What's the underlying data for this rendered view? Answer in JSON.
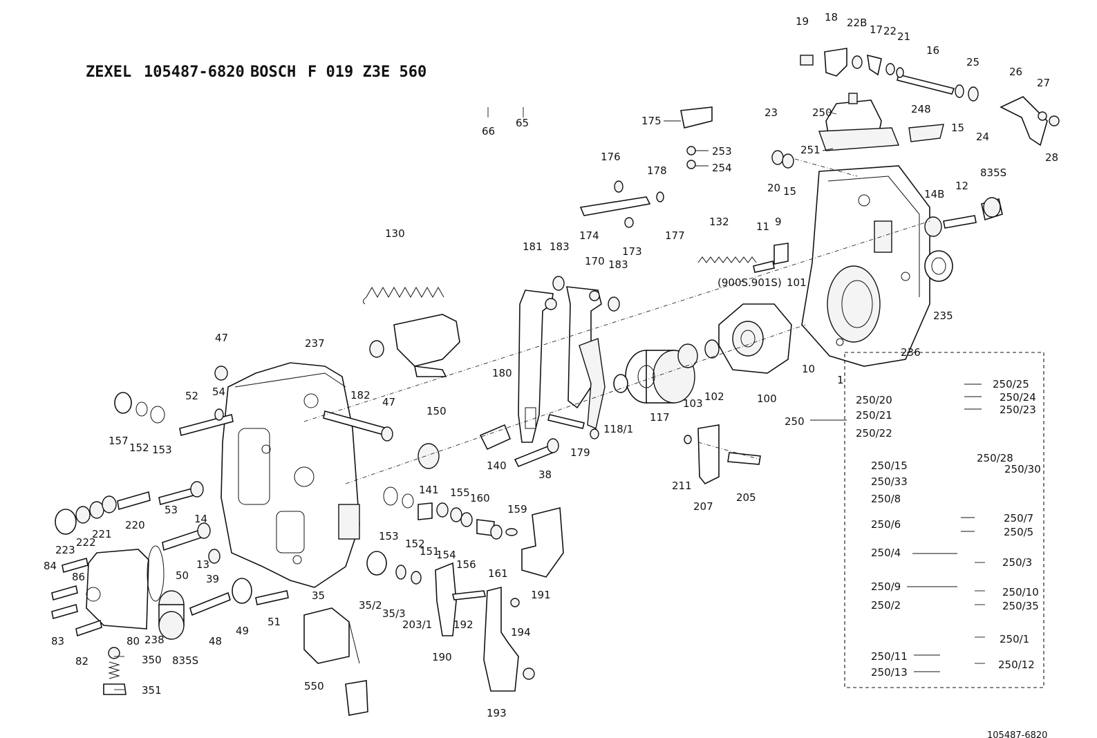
{
  "header": {
    "title_zexel": "ZEXEL",
    "title_zexel_no": "105487-6820",
    "title_bosch": "BOSCH",
    "title_bosch_no": "F 019 Z3E 560"
  },
  "footer": {
    "code": "105487-6820"
  },
  "labels": {
    "l_19": "19",
    "l_18": "18",
    "l_22b": "22B",
    "l_17": "17",
    "l_22": "22",
    "l_21": "21",
    "l_16": "16",
    "l_25": "25",
    "l_26": "26",
    "l_27": "27",
    "l_28": "28",
    "l_24": "24",
    "l_15a": "15",
    "l_250a": "250",
    "l_248": "248",
    "l_251": "251",
    "l_23": "23",
    "l_20": "20",
    "l_15b": "15",
    "l_835s_top": "835S",
    "l_66": "66",
    "l_65": "65",
    "l_175": "175",
    "l_253": "253",
    "l_254": "254",
    "l_176": "176",
    "l_178": "178",
    "l_174": "174",
    "l_173": "173",
    "l_177": "177",
    "l_132": "132",
    "l_11": "11",
    "l_9": "9",
    "l_14b": "14B",
    "l_12": "12",
    "l_130": "130",
    "l_181": "181",
    "l_183a": "183",
    "l_170": "170",
    "l_183b": "183",
    "l_900s": "(900S.901S)",
    "l_101": "101",
    "l_235": "235",
    "l_236": "236",
    "l_10": "10",
    "l_1": "1",
    "l_47a": "47",
    "l_237": "237",
    "l_150": "150",
    "l_180": "180",
    "l_117": "117",
    "l_103": "103",
    "l_102": "102",
    "l_100": "100",
    "l_118_1": "118/1",
    "l_52": "52",
    "l_54": "54",
    "l_182": "182",
    "l_47b": "47",
    "l_157": "157",
    "l_152a": "152",
    "l_153a": "153",
    "l_140": "140",
    "l_38": "38",
    "l_179": "179",
    "l_211": "211",
    "l_207": "207",
    "l_205": "205",
    "l_250_25": "250/25",
    "l_250_20": "250/20",
    "l_250_24": "250/24",
    "l_250_21": "250/21",
    "l_250_23": "250/23",
    "l_250b": "250",
    "l_250_22": "250/22",
    "l_250_28": "250/28",
    "l_250_30": "250/30",
    "l_250_15": "250/15",
    "l_250_33": "250/33",
    "l_250_8": "250/8",
    "l_250_7": "250/7",
    "l_250_6": "250/6",
    "l_250_5": "250/5",
    "l_250_4": "250/4",
    "l_250_3": "250/3",
    "l_250_9": "250/9",
    "l_250_10": "250/10",
    "l_250_2": "250/2",
    "l_250_35": "250/35",
    "l_250_1": "250/1",
    "l_250_11": "250/11",
    "l_250_12": "250/12",
    "l_250_13": "250/13",
    "l_220": "220",
    "l_223": "223",
    "l_222": "222",
    "l_221": "221",
    "l_53": "53",
    "l_14": "14",
    "l_141": "141",
    "l_155": "155",
    "l_160": "160",
    "l_159": "159",
    "l_153b": "153",
    "l_152b": "152",
    "l_151": "151",
    "l_154": "154",
    "l_156": "156",
    "l_161": "161",
    "l_191": "191",
    "l_84": "84",
    "l_86": "86",
    "l_50": "50",
    "l_13": "13",
    "l_39": "39",
    "l_35": "35",
    "l_35_2": "35/2",
    "l_35_3": "35/3",
    "l_203_1": "203/1",
    "l_192": "192",
    "l_194": "194",
    "l_190": "190",
    "l_83": "83",
    "l_80": "80",
    "l_238": "238",
    "l_835s_bot": "835S",
    "l_48": "48",
    "l_49": "49",
    "l_51": "51",
    "l_82": "82",
    "l_350": "350",
    "l_351": "351",
    "l_550": "550",
    "l_193": "193"
  }
}
